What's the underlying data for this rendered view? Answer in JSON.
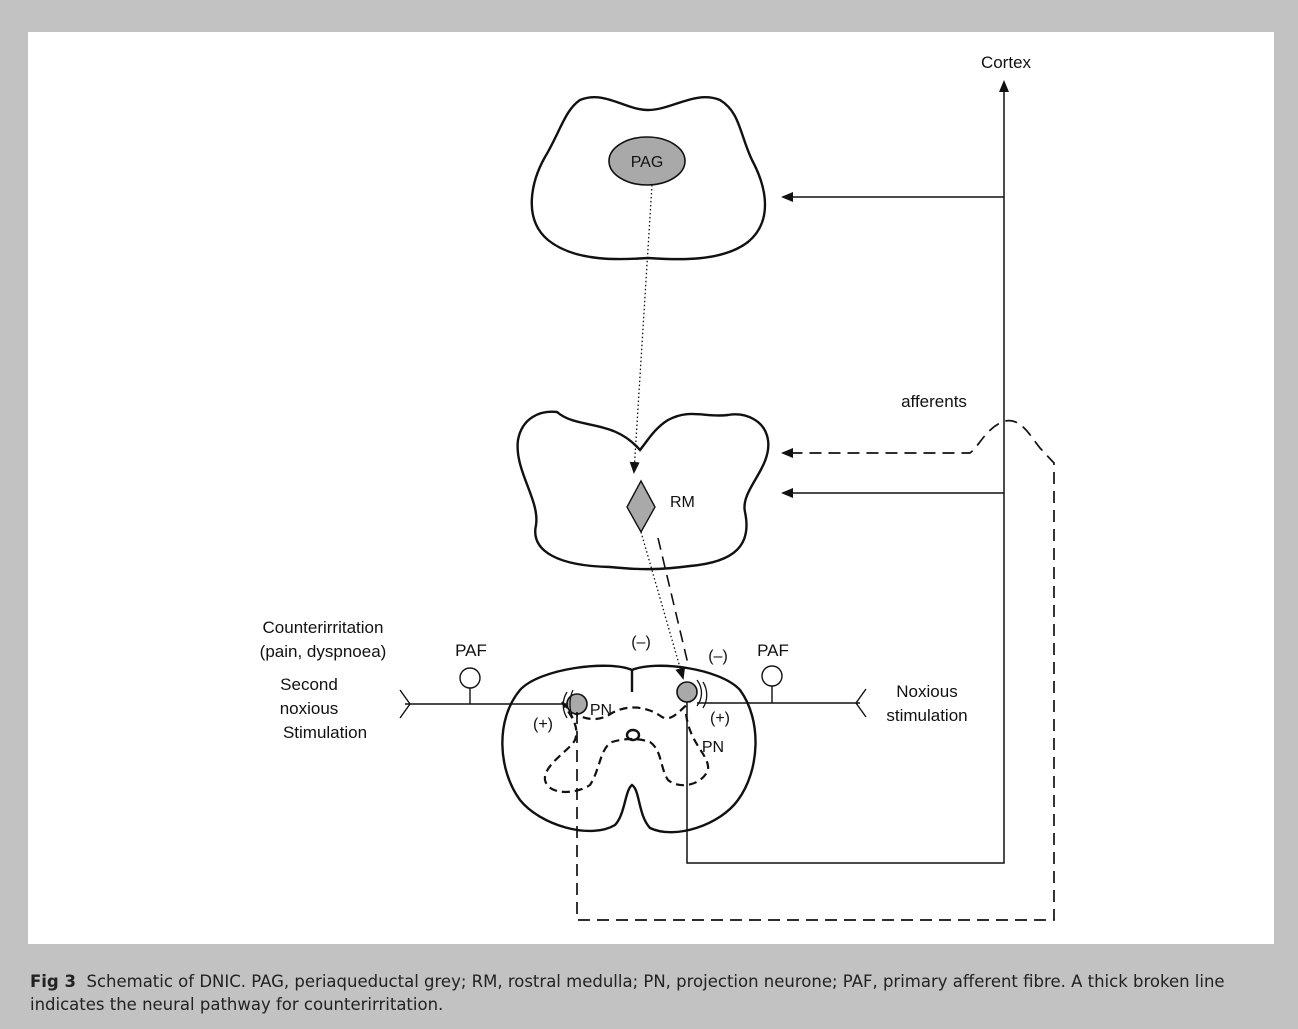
{
  "labels": {
    "cortex": "Cortex",
    "pag": "PAG",
    "rm": "RM",
    "afferents": "afferents",
    "counterirritation_1": "Counterirritation",
    "counterirritation_2": "(pain, dyspnoea)",
    "second_1": "Second",
    "second_2": "noxious",
    "second_3": "Stimulation",
    "noxious_1": "Noxious",
    "noxious_2": "stimulation",
    "paf_left": "PAF",
    "paf_right": "PAF",
    "pn_left": "PN",
    "pn_right": "PN",
    "minus_mid": "(–)",
    "minus_right": "(–)",
    "plus_left": "(+)",
    "plus_right": "(+)"
  },
  "caption": {
    "figure_label": "Fig 3",
    "text": "Schematic of DNIC. PAG, periaqueductal grey; RM, rostral medulla; PN, projection neurone; PAF, primary afferent fibre. A thick broken line indicates the neural pathway for counterirritation."
  },
  "colors": {
    "frame": "#c2c2c2",
    "panel": "#ffffff",
    "nucleus_fill": "#a9a9a9",
    "stroke": "#111111"
  }
}
